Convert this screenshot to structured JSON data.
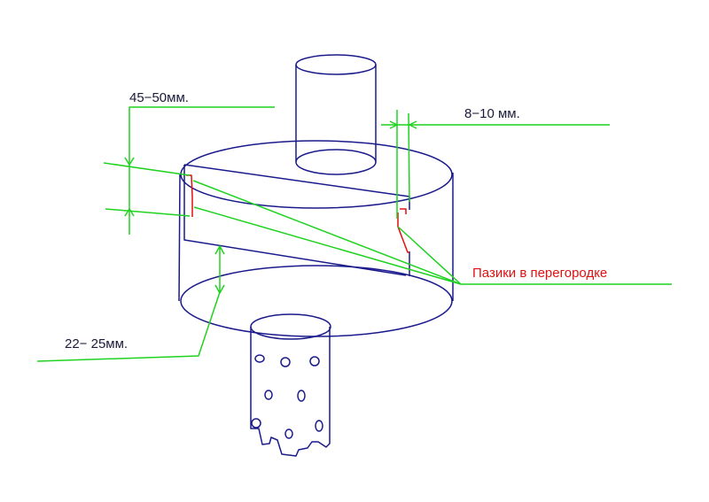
{
  "labels": {
    "depth_range": "45−50мм.",
    "gap_range": "8−10 мм.",
    "lower_gap_range": "22− 25мм.",
    "slots_note": "Пазики  в перегородке"
  },
  "colors": {
    "outline": "#1a1a8c",
    "dimension": "#1fd21f",
    "slot": "#e01010",
    "label_black": "#1a1a3a",
    "label_red": "#e01010"
  }
}
